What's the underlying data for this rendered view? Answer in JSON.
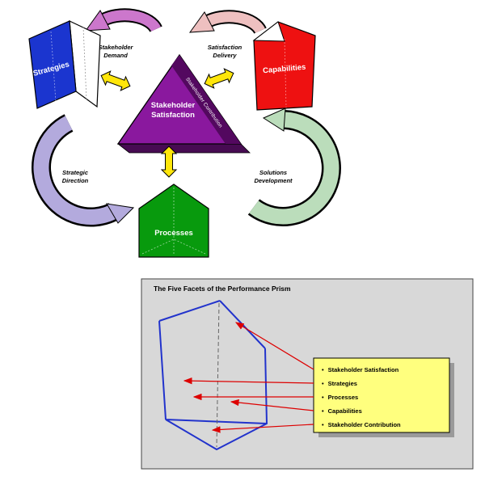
{
  "diagram": {
    "facets": {
      "strategies": "Strategies",
      "capabilities": "Capabilities",
      "processes": "Processes",
      "satisfaction_line1": "Stakeholder",
      "satisfaction_line2": "Satisfaction",
      "contribution_edge": "Stakeholder Contribution"
    },
    "flows": {
      "demand_line1": "Stakeholder",
      "demand_line2": "Demand",
      "delivery_line1": "Satisfaction",
      "delivery_line2": "Delivery",
      "direction_line1": "Strategic",
      "direction_line2": "Direction",
      "development_line1": "Solutions",
      "development_line2": "Development"
    }
  },
  "panel": {
    "title": "The Five Facets of the Performance Prism",
    "bullet": "•",
    "legend": [
      "Stakeholder Satisfaction",
      "Strategies",
      "Processes",
      "Capabilities",
      "Stakeholder Contribution"
    ]
  },
  "colors": {
    "strategies_blue": "#1b35cf",
    "capabilities_red": "#ee1111",
    "processes_green": "#089a0d",
    "satisfaction_purple": "#8a189e",
    "satisfaction_dark": "#53085f",
    "base_shadow": "#470b52",
    "connector_yellow": "#ffe60a",
    "demand_magenta": "#cc77cc",
    "delivery_pink": "#eec0c0",
    "direction_lavender": "#b3aadd",
    "development_green": "#bbddbb",
    "panel_gray": "#d8d8d8",
    "legend_yellow": "#ffff7e",
    "wire_blue": "#2233cc",
    "pointer_red": "#dd0000"
  }
}
